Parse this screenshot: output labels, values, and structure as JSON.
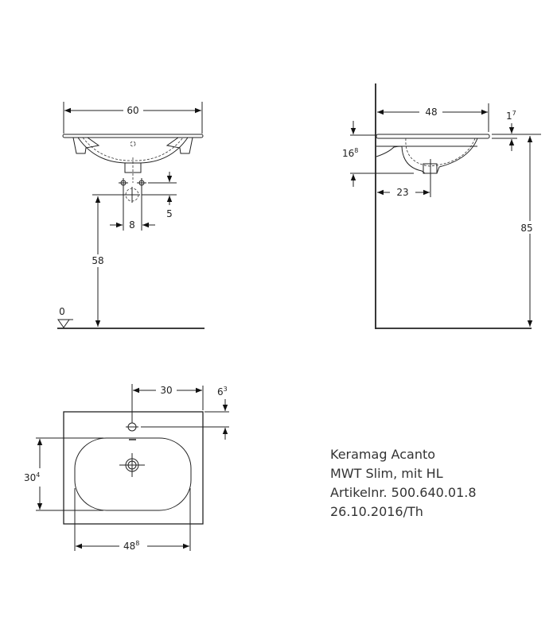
{
  "front_view": {
    "width": "60",
    "hole_spacing": "8",
    "hole_offset": "5",
    "waste_height": "58",
    "floor_level": "0"
  },
  "side_view": {
    "depth": "48",
    "bowl_height": "16",
    "bowl_height_sup": "8",
    "rim_thickness": "1",
    "rim_thickness_sup": "7",
    "waste_distance": "23",
    "mount_height": "85"
  },
  "top_view": {
    "tap_hole_distance": "30",
    "tap_offset": "6",
    "tap_offset_sup": "3",
    "bowl_depth": "30",
    "bowl_depth_sup": "4",
    "bowl_width": "48",
    "bowl_width_sup": "8"
  },
  "info": {
    "line1": "Keramag Acanto",
    "line2": "MWT Slim, mit HL",
    "line3": "Artikelnr. 500.640.01.8",
    "line4": "26.10.2016/Th"
  }
}
